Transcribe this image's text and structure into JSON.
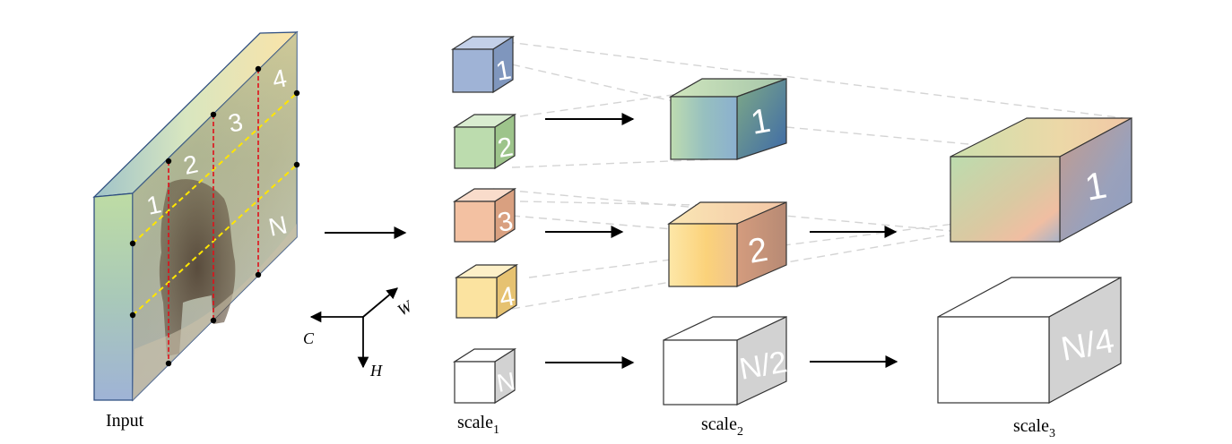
{
  "input": {
    "label": "Input",
    "patch_labels": [
      "1",
      "2",
      "3",
      "4",
      "N"
    ]
  },
  "axes": {
    "w": "W",
    "c": "C",
    "h": "H"
  },
  "scale1": {
    "label": "scale",
    "subscript": "1",
    "cubes": [
      "1",
      "2",
      "3",
      "4",
      "N"
    ]
  },
  "scale2": {
    "label": "scale",
    "subscript": "2",
    "cubes": [
      "1",
      "2",
      "N/2"
    ]
  },
  "scale3": {
    "label": "scale",
    "subscript": "3",
    "cubes": [
      "1",
      "N/4"
    ]
  },
  "colors": {
    "blue": "#9fb3d6",
    "green": "#bcdcae",
    "orange": "#f3c1a2",
    "yellow": "#fbe3a0",
    "dark_blue": "#3d69a8",
    "gray_face": "#d2d2d2",
    "guide_line": "#d4d4d4",
    "red_dash": "#e0101a",
    "yellow_dash": "#ffe600",
    "panel_edge": "#2f4e80"
  }
}
